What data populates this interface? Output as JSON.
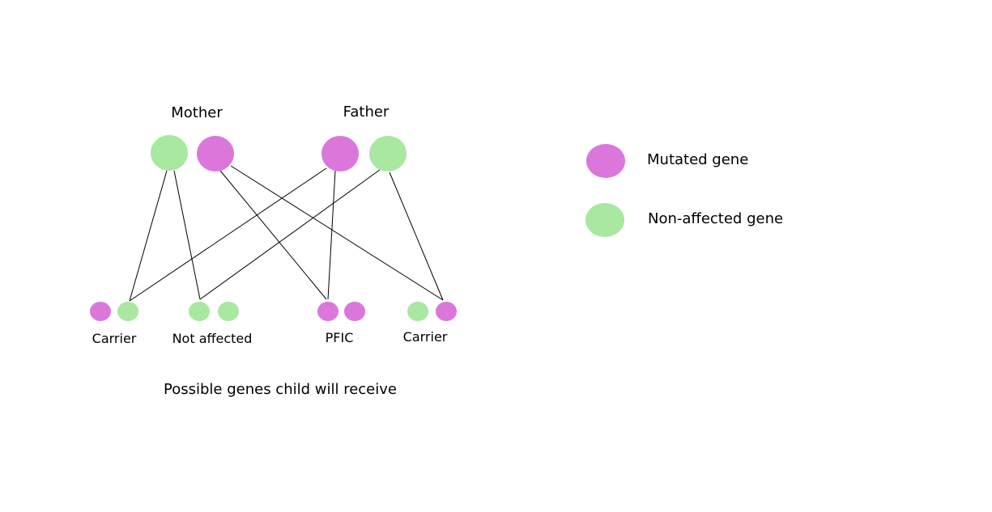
{
  "colors": {
    "mutated": "#db77db",
    "non_affected": "#a8e8a0",
    "line": "#000000"
  },
  "parents": {
    "mother_label": "Mother",
    "father_label": "Father"
  },
  "children": [
    {
      "label": "Carrier",
      "genes": [
        "mutated",
        "non_affected"
      ]
    },
    {
      "label": "Not affected",
      "genes": [
        "non_affected",
        "non_affected"
      ]
    },
    {
      "label": "PFIC",
      "genes": [
        "mutated",
        "mutated"
      ]
    },
    {
      "label": "Carrier",
      "genes": [
        "non_affected",
        "mutated"
      ]
    }
  ],
  "caption": "Possible genes child will receive",
  "legend": {
    "mutated_label": "Mutated gene",
    "non_affected_label": "Non-affected gene"
  }
}
